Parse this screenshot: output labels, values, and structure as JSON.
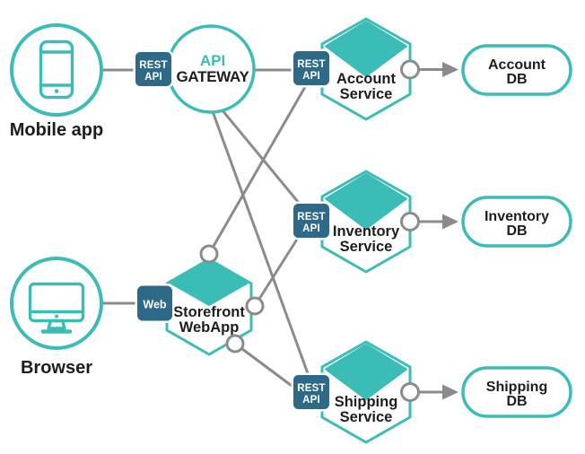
{
  "colors": {
    "teal": "#3bbcb6",
    "navy": "#2e6988",
    "line_gray": "#8b8b8b",
    "text_dark": "#1d1d1f",
    "background": "#ffffff"
  },
  "diagram": {
    "mobile_label": "Mobile app",
    "browser_label": "Browser",
    "gateway": {
      "line1": "API",
      "line2": "GATEWAY"
    },
    "rest_badge": {
      "line1": "REST",
      "line2": "API"
    },
    "web_badge": {
      "label": "Web"
    },
    "storefront": {
      "line1": "Storefront",
      "line2": "WebApp"
    },
    "services": [
      {
        "line1": "Account",
        "line2": "Service"
      },
      {
        "line1": "Inventory",
        "line2": "Service"
      },
      {
        "line1": "Shipping",
        "line2": "Service"
      }
    ],
    "databases": [
      {
        "line1": "Account",
        "line2": "DB"
      },
      {
        "line1": "Inventory",
        "line2": "DB"
      },
      {
        "line1": "Shipping",
        "line2": "DB"
      }
    ]
  },
  "connections": [
    {
      "from": "Mobile app",
      "to": "API Gateway",
      "interface": "REST API"
    },
    {
      "from": "Browser",
      "to": "Storefront WebApp",
      "interface": "Web"
    },
    {
      "from": "API Gateway",
      "to": "Account Service",
      "interface": "REST API"
    },
    {
      "from": "API Gateway",
      "to": "Inventory Service",
      "interface": "REST API"
    },
    {
      "from": "API Gateway",
      "to": "Shipping Service",
      "interface": "REST API"
    },
    {
      "from": "Storefront WebApp",
      "to": "Account Service",
      "interface": "REST API"
    },
    {
      "from": "Storefront WebApp",
      "to": "Inventory Service",
      "interface": "REST API"
    },
    {
      "from": "Storefront WebApp",
      "to": "Shipping Service",
      "interface": "REST API"
    },
    {
      "from": "Account Service",
      "to": "Account DB",
      "interface": "arrow"
    },
    {
      "from": "Inventory Service",
      "to": "Inventory DB",
      "interface": "arrow"
    },
    {
      "from": "Shipping Service",
      "to": "Shipping DB",
      "interface": "arrow"
    }
  ]
}
